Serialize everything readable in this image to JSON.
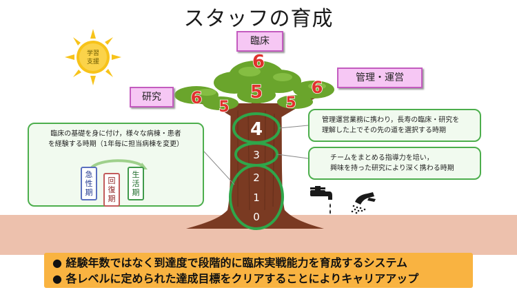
{
  "title": "スタッフの育成",
  "sun_label_line1": "学習",
  "sun_label_line2": "支援",
  "branch_labels": {
    "rinsho": "臨床",
    "kanri": "管理・運営",
    "kenkyu": "研究"
  },
  "levels": {
    "top_6": "6",
    "left_6": "6",
    "right_6": "6",
    "center_5": "5",
    "left_5": "5",
    "right_5": "5",
    "level_4": "4",
    "level_3": "3",
    "level_2": "2",
    "level_1": "1",
    "level_0": "0"
  },
  "callouts": {
    "left_line1": "臨床の基礎を身に付け，様々な病棟・患者",
    "left_line2": "を経験する時期（1年毎に担当病棟を変更）",
    "right1_line1": "管理運営業務に携わり，長寿の臨床・研究を",
    "right1_line2": "理解した上でその先の道を選択する時期",
    "right2_line1": "チームをまとめる指導力を培い，",
    "right2_line2": "興味を持った研究により深く携わる時期"
  },
  "phases": {
    "acute": "急性期",
    "recovery": "回復期",
    "living": "生活期"
  },
  "banner": {
    "line1": "● 経験年数ではなく到達度で段階的に臨床実戦能力を育成するシステム",
    "line2": "● 各レベルに定められた達成目標をクリアすることによりキャリアアップ"
  },
  "colors": {
    "sun": "#f7c31a",
    "foliage": "#6aa52c",
    "trunk": "#7a3a22",
    "ground": "#edc1ad",
    "ring": "#2fa64a",
    "banner": "#f9b341",
    "label_box": "#f6c7f4"
  },
  "icons": [
    "sun-icon",
    "faucet-icon",
    "watering-hand-icon"
  ]
}
